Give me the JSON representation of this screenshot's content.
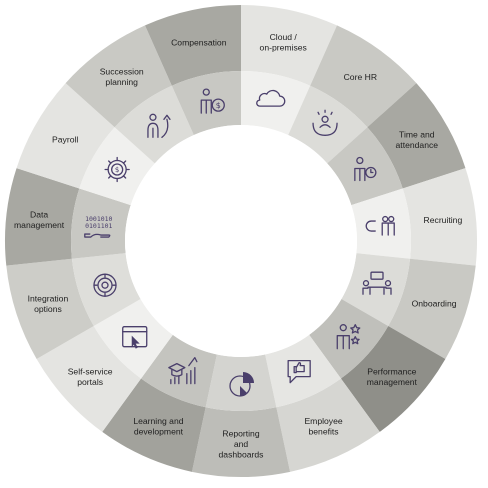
{
  "segments": [
    {
      "id": "cloud",
      "label_lines": [
        "Cloud /",
        "on-premises"
      ],
      "outer_color": "#e4e4e1",
      "inner_color": "#f0f0ee",
      "icon": "cloud-icon"
    },
    {
      "id": "core-hr",
      "label_lines": [
        "Core HR"
      ],
      "outer_color": "#c9c9c4",
      "inner_color": "#dcdcd8",
      "icon": "hands-person-icon"
    },
    {
      "id": "time",
      "label_lines": [
        "Time and",
        "attendance"
      ],
      "outer_color": "#a8a8a2",
      "inner_color": "#c8c8c3",
      "icon": "person-clock-icon"
    },
    {
      "id": "recruiting",
      "label_lines": [
        "Recruiting"
      ],
      "outer_color": "#e4e4e1",
      "inner_color": "#f0f0ee",
      "icon": "magnet-people-icon"
    },
    {
      "id": "onboarding",
      "label_lines": [
        "Onboarding"
      ],
      "outer_color": "#c9c9c4",
      "inner_color": "#dcdcd8",
      "icon": "meeting-icon"
    },
    {
      "id": "performance",
      "label_lines": [
        "Performance",
        "management"
      ],
      "outer_color": "#8f8f89",
      "inner_color": "#c0c0bb",
      "icon": "person-stars-icon"
    },
    {
      "id": "benefits",
      "label_lines": [
        "Employee",
        "benefits"
      ],
      "outer_color": "#d6d6d2",
      "inner_color": "#e6e6e3",
      "icon": "thumbs-up-bubble-icon"
    },
    {
      "id": "reporting",
      "label_lines": [
        "Reporting",
        "and",
        "dashboards"
      ],
      "outer_color": "#bdbdb8",
      "inner_color": "#d4d4d0",
      "icon": "pie-chart-icon"
    },
    {
      "id": "learning",
      "label_lines": [
        "Learning and",
        "development"
      ],
      "outer_color": "#a2a29c",
      "inner_color": "#c4c4bf",
      "icon": "graduation-growth-icon"
    },
    {
      "id": "self-service",
      "label_lines": [
        "Self-service",
        "portals"
      ],
      "outer_color": "#e4e4e1",
      "inner_color": "#f0f0ee",
      "icon": "browser-cursor-icon"
    },
    {
      "id": "integration",
      "label_lines": [
        "Integration",
        "options"
      ],
      "outer_color": "#cdcdc8",
      "inner_color": "#dedeDA",
      "icon": "target-dial-icon"
    },
    {
      "id": "data",
      "label_lines": [
        "Data",
        "management"
      ],
      "outer_color": "#a8a8a2",
      "inner_color": "#c8c8c3",
      "icon": "binary-hand-icon"
    },
    {
      "id": "payroll",
      "label_lines": [
        "Payroll"
      ],
      "outer_color": "#e4e4e1",
      "inner_color": "#f0f0ee",
      "icon": "dollar-gear-icon"
    },
    {
      "id": "succession",
      "label_lines": [
        "Succession",
        "planning"
      ],
      "outer_color": "#c9c9c4",
      "inner_color": "#dcdcd8",
      "icon": "person-growth-icon"
    },
    {
      "id": "compensation",
      "label_lines": [
        "Compensation"
      ],
      "outer_color": "#a8a8a2",
      "inner_color": "#c8c8c3",
      "icon": "person-coin-icon"
    }
  ],
  "colors": {
    "icon": "#4a3f6b",
    "center": "#ffffff",
    "text": "#1f1f1f"
  }
}
